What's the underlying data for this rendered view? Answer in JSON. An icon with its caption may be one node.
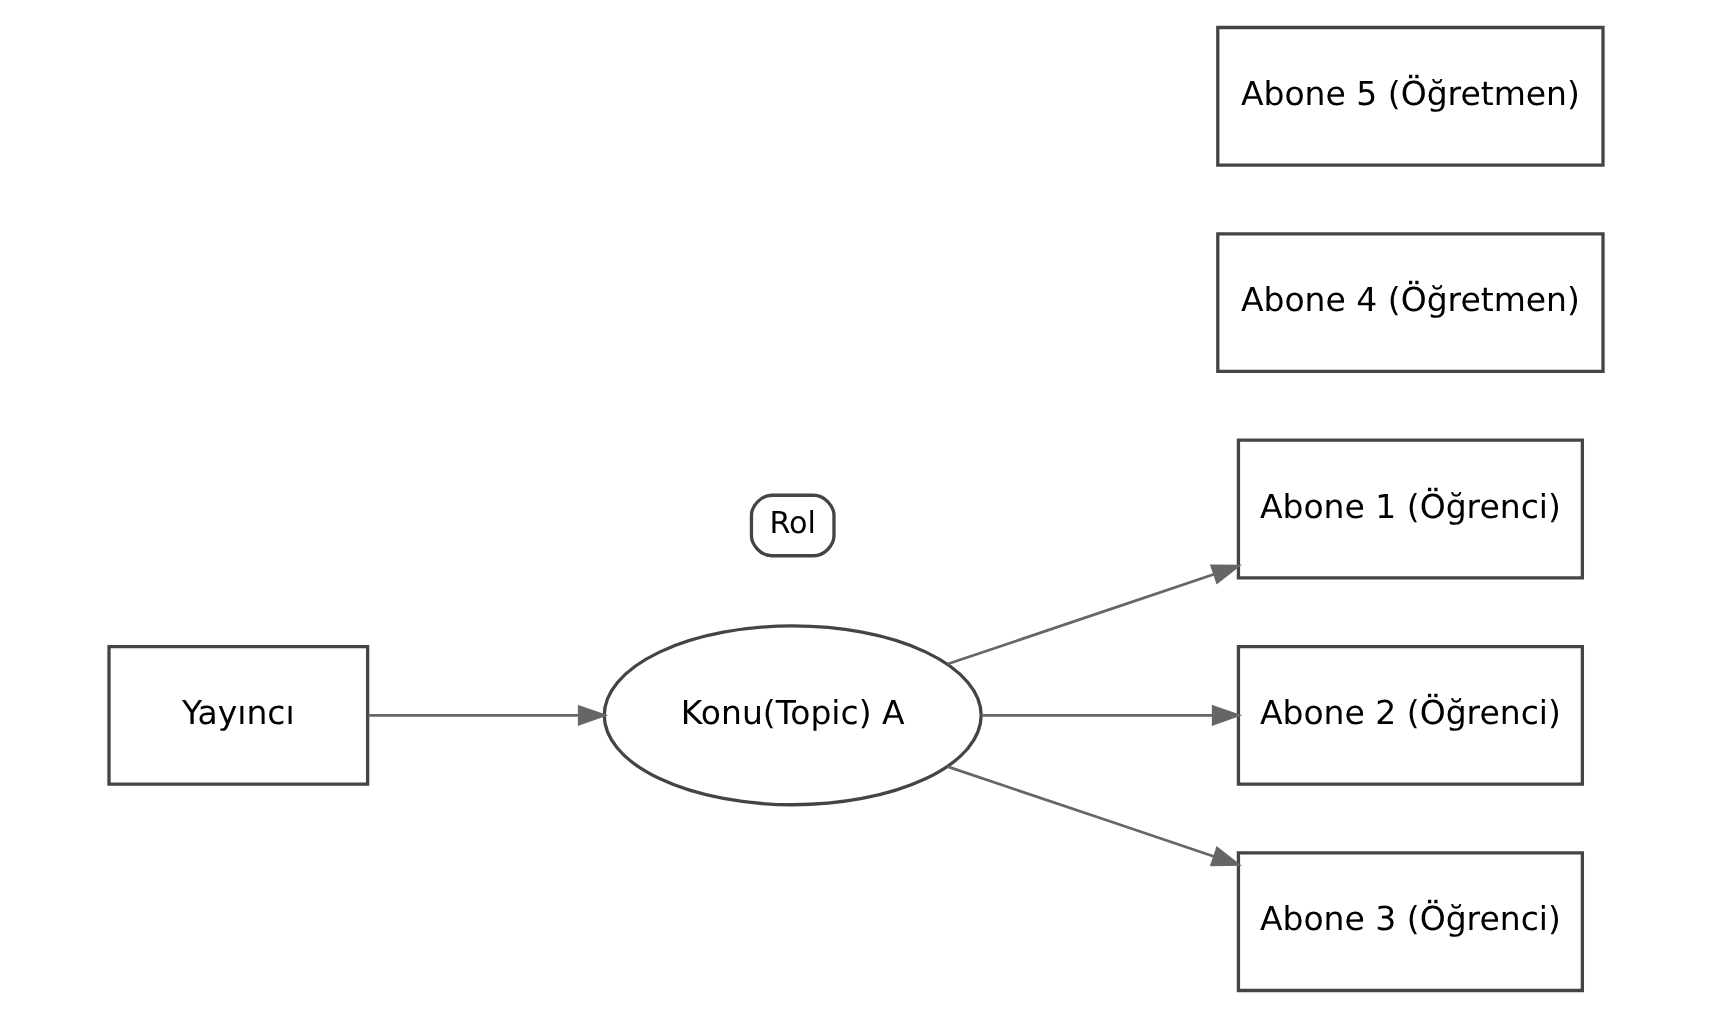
{
  "diagram": {
    "nodes": [
      {
        "text": [
          "Yayıncı"
        ]
      },
      {
        "text": [
          "Konu(Topic) A"
        ]
      },
      {
        "text": [
          "Rol"
        ]
      },
      {
        "text": [
          "Abone 1 (Öğrenci)"
        ]
      },
      {
        "text": [
          "Abone 2 (Öğrenci)"
        ]
      },
      {
        "text": [
          "Abone 3 (Öğrenci)"
        ]
      },
      {
        "text": [
          "Abone 4 (Öğretmen)"
        ]
      },
      {
        "text": [
          "Abone 5 (Öğretmen)"
        ]
      }
    ],
    "edges": [
      {
        "from": 0,
        "to": 1,
        "arrow": "to"
      },
      {
        "from": 1,
        "to": 3,
        "arrow": "to"
      },
      {
        "from": 1,
        "to": 4,
        "arrow": "to"
      },
      {
        "from": 1,
        "to": 5,
        "arrow": "to"
      }
    ]
  }
}
